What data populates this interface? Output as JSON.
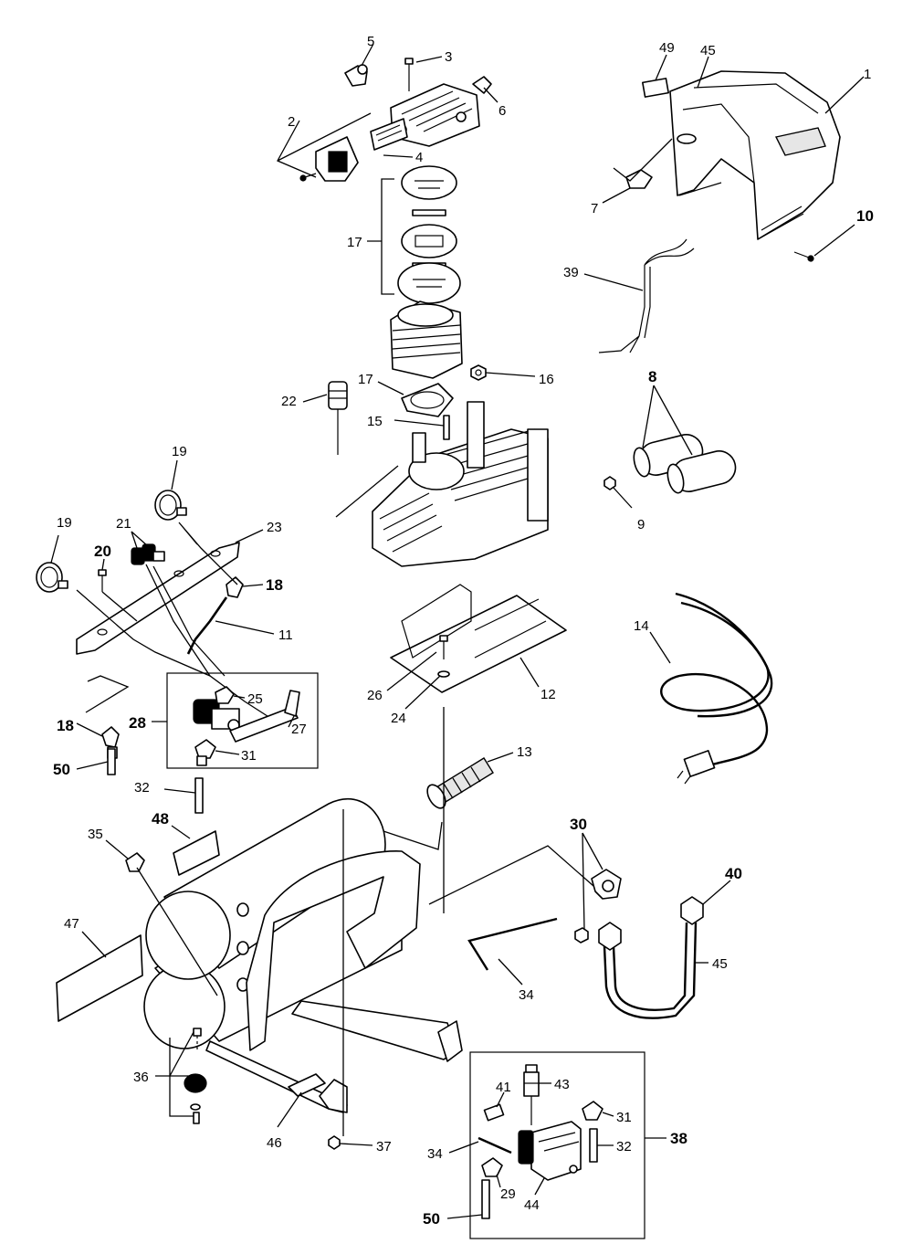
{
  "callouts": [
    {
      "id": "c1",
      "text": "1"
    },
    {
      "id": "c2",
      "text": "2"
    },
    {
      "id": "c3",
      "text": "3"
    },
    {
      "id": "c4",
      "text": "4"
    },
    {
      "id": "c5",
      "text": "5"
    },
    {
      "id": "c6",
      "text": "6"
    },
    {
      "id": "c7",
      "text": "7"
    },
    {
      "id": "c8a",
      "text": "8"
    },
    {
      "id": "c9",
      "text": "9"
    },
    {
      "id": "c10",
      "text": "10"
    },
    {
      "id": "c11",
      "text": "11"
    },
    {
      "id": "c12",
      "text": "12"
    },
    {
      "id": "c13",
      "text": "13"
    },
    {
      "id": "c14",
      "text": "14"
    },
    {
      "id": "c15",
      "text": "15"
    },
    {
      "id": "c16",
      "text": "16"
    },
    {
      "id": "c17a",
      "text": "17"
    },
    {
      "id": "c17b",
      "text": "17"
    },
    {
      "id": "c18a",
      "text": "18"
    },
    {
      "id": "c18b",
      "text": "18"
    },
    {
      "id": "c19a",
      "text": "19"
    },
    {
      "id": "c19b",
      "text": "19"
    },
    {
      "id": "c20",
      "text": "20"
    },
    {
      "id": "c21",
      "text": "21"
    },
    {
      "id": "c22",
      "text": "22"
    },
    {
      "id": "c23",
      "text": "23"
    },
    {
      "id": "c24",
      "text": "24"
    },
    {
      "id": "c25",
      "text": "25"
    },
    {
      "id": "c26",
      "text": "26"
    },
    {
      "id": "c27",
      "text": "27"
    },
    {
      "id": "c28",
      "text": "28"
    },
    {
      "id": "c29",
      "text": "29"
    },
    {
      "id": "c30",
      "text": "30"
    },
    {
      "id": "c31a",
      "text": "31"
    },
    {
      "id": "c31b",
      "text": "31"
    },
    {
      "id": "c32a",
      "text": "32"
    },
    {
      "id": "c32b",
      "text": "32"
    },
    {
      "id": "c34a",
      "text": "34"
    },
    {
      "id": "c34b",
      "text": "34"
    },
    {
      "id": "c35",
      "text": "35"
    },
    {
      "id": "c36",
      "text": "36"
    },
    {
      "id": "c37",
      "text": "37"
    },
    {
      "id": "c38",
      "text": "38"
    },
    {
      "id": "c39",
      "text": "39"
    },
    {
      "id": "c40",
      "text": "40"
    },
    {
      "id": "c41",
      "text": "41"
    },
    {
      "id": "c43",
      "text": "43"
    },
    {
      "id": "c44",
      "text": "44"
    },
    {
      "id": "c45a",
      "text": "45"
    },
    {
      "id": "c45b",
      "text": "45"
    },
    {
      "id": "c46",
      "text": "46"
    },
    {
      "id": "c47",
      "text": "47"
    },
    {
      "id": "c48",
      "text": "48"
    },
    {
      "id": "c49",
      "text": "49"
    },
    {
      "id": "c50a",
      "text": "50"
    },
    {
      "id": "c50b",
      "text": "50"
    }
  ]
}
